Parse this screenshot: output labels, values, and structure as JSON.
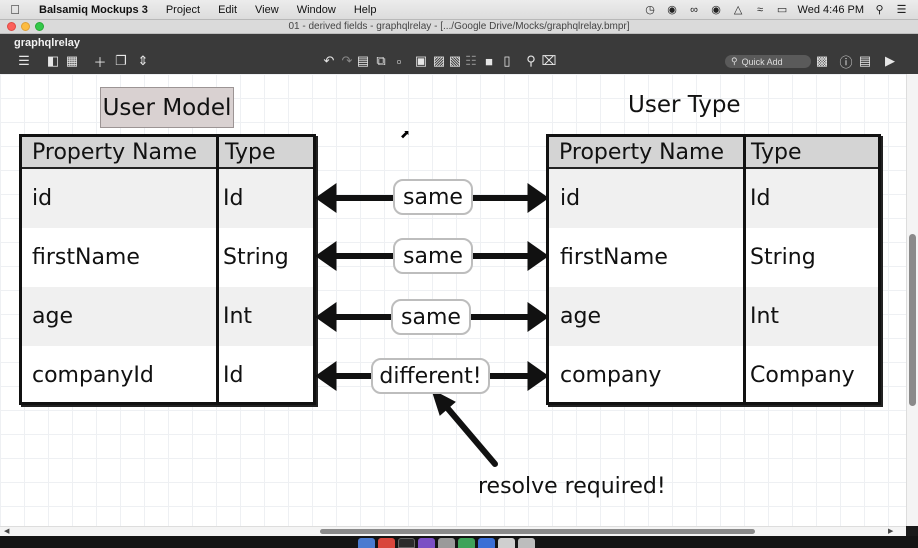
{
  "menubar": {
    "app_name": "Balsamiq Mockups 3",
    "items": [
      "Project",
      "Edit",
      "View",
      "Window",
      "Help"
    ],
    "clock": "Wed 4:46 PM"
  },
  "window": {
    "title": "01 - derived fields - graphqlrelay - [.../Google Drive/Mocks/graphqlrelay.bmpr]"
  },
  "toolbar": {
    "doc_name": "graphqlrelay",
    "quick_add_placeholder": "Quick Add"
  },
  "mockup": {
    "left_heading": "User Model",
    "right_heading": "User Type",
    "left_table": {
      "headers": [
        "Property Name",
        "Type"
      ],
      "rows": [
        [
          "id",
          "Id"
        ],
        [
          "firstName",
          "String"
        ],
        [
          "age",
          "Int"
        ],
        [
          "companyId",
          "Id"
        ]
      ]
    },
    "right_table": {
      "headers": [
        "Property Name",
        "Type"
      ],
      "rows": [
        [
          "id",
          "Id"
        ],
        [
          "firstName",
          "String"
        ],
        [
          "age",
          "Int"
        ],
        [
          "company",
          "Company"
        ]
      ]
    },
    "relations": [
      "same",
      "same",
      "same",
      "different!"
    ],
    "note": "resolve required!"
  },
  "colors": {
    "header_fill": "#d4d4d4",
    "heading_highlight": "#d9d1d1",
    "toolbar_bg": "#3a3a3a"
  }
}
